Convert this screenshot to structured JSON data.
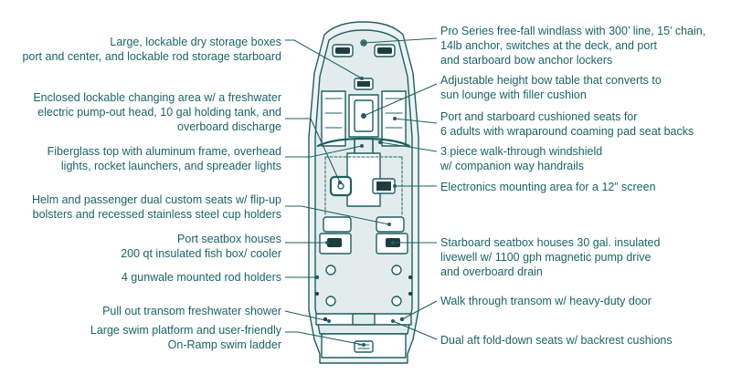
{
  "colors": {
    "line": "#1f5f63",
    "text": "#1a6468",
    "hull": "#eef3f3",
    "deck": "#e3ecec",
    "dark": "#1f3d40"
  },
  "callouts_left": [
    {
      "id": "storage",
      "lines": [
        "Large, lockable dry storage boxes",
        "port and center, and lockable rod storage starboard"
      ]
    },
    {
      "id": "changing",
      "lines": [
        "Enclosed lockable changing area w/ a freshwater",
        "electric pump-out head, 10 gal holding tank, and",
        "overboard discharge"
      ]
    },
    {
      "id": "top",
      "lines": [
        "Fiberglass top with aluminum frame, overhead",
        "lights, rocket launchers, and spreader lights"
      ]
    },
    {
      "id": "helm",
      "lines": [
        "Helm and passenger dual custom seats w/ flip-up",
        "bolsters and recessed stainless steel cup holders"
      ]
    },
    {
      "id": "port-box",
      "lines": [
        "Port seatbox houses",
        "200 qt insulated fish box/ cooler"
      ]
    },
    {
      "id": "rod-holders",
      "lines": [
        "4 gunwale mounted rod holders"
      ]
    },
    {
      "id": "shower",
      "lines": [
        "Pull out transom freshwater shower"
      ]
    },
    {
      "id": "swim",
      "lines": [
        "Large swim platform and user-friendly",
        "On-Ramp swim ladder"
      ]
    }
  ],
  "callouts_right": [
    {
      "id": "windlass",
      "lines": [
        "Pro Series free-fall windlass with 300’ line, 15’ chain,",
        "14lb anchor, switches at the deck, and port",
        "and starboard bow anchor lockers"
      ]
    },
    {
      "id": "table",
      "lines": [
        "Adjustable height bow table that converts to",
        "sun lounge with filler cushion"
      ]
    },
    {
      "id": "seats",
      "lines": [
        "Port and starboard cushioned seats for",
        "6 adults with wraparound coaming pad seat backs"
      ]
    },
    {
      "id": "windshield",
      "lines": [
        "3 piece walk-through windshield",
        "w/ companion way handrails"
      ]
    },
    {
      "id": "electronics",
      "lines": [
        "Electronics mounting area for a 12” screen"
      ]
    },
    {
      "id": "livewell",
      "lines": [
        "Starboard seatbox houses 30 gal. insulated",
        "livewell w/ 1100 gph magnetic pump drive",
        "and overboard drain"
      ]
    },
    {
      "id": "transom-door",
      "lines": [
        "Walk through transom w/ heavy-duty door"
      ]
    },
    {
      "id": "aft-seats",
      "lines": [
        "Dual aft fold-down seats w/ backrest cushions"
      ]
    }
  ]
}
